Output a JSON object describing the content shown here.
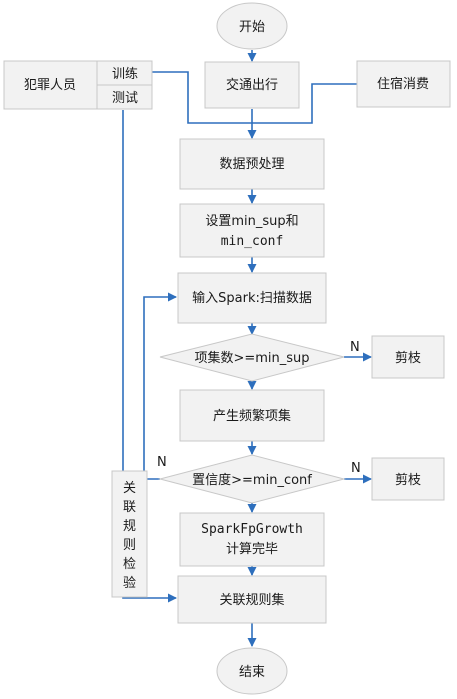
{
  "start": "开始",
  "end": "结束",
  "sources": {
    "criminals": "犯罪人员",
    "train": "训练",
    "test": "测试",
    "transport": "交通出行",
    "lodging": "住宿消费"
  },
  "steps": {
    "preprocess": "数据预处理",
    "set_params_line1": "设置min_sup和",
    "set_params_line2": "min_conf",
    "input_spark": "输入Spark:扫描数据",
    "frequent_items": "产生频繁项集",
    "fpgrowth_line1": "SparkFpGrowth",
    "fpgrowth_line2": "计算完毕",
    "rule_set": "关联规则集"
  },
  "decisions": {
    "support": "项集数>=min_sup",
    "confidence": "置信度>=min_conf"
  },
  "prune": {
    "prune1": "剪枝",
    "prune2": "剪枝"
  },
  "branch_labels": {
    "n_support": "N",
    "n_confidence_right": "N",
    "n_confidence_left": "N"
  },
  "verify_box": [
    "关",
    "联",
    "规",
    "则",
    "检",
    "验"
  ],
  "colors": {
    "box_fill": "#f2f2f2",
    "box_stroke": "#c8c8c8",
    "arrow": "#2e6fbd"
  }
}
